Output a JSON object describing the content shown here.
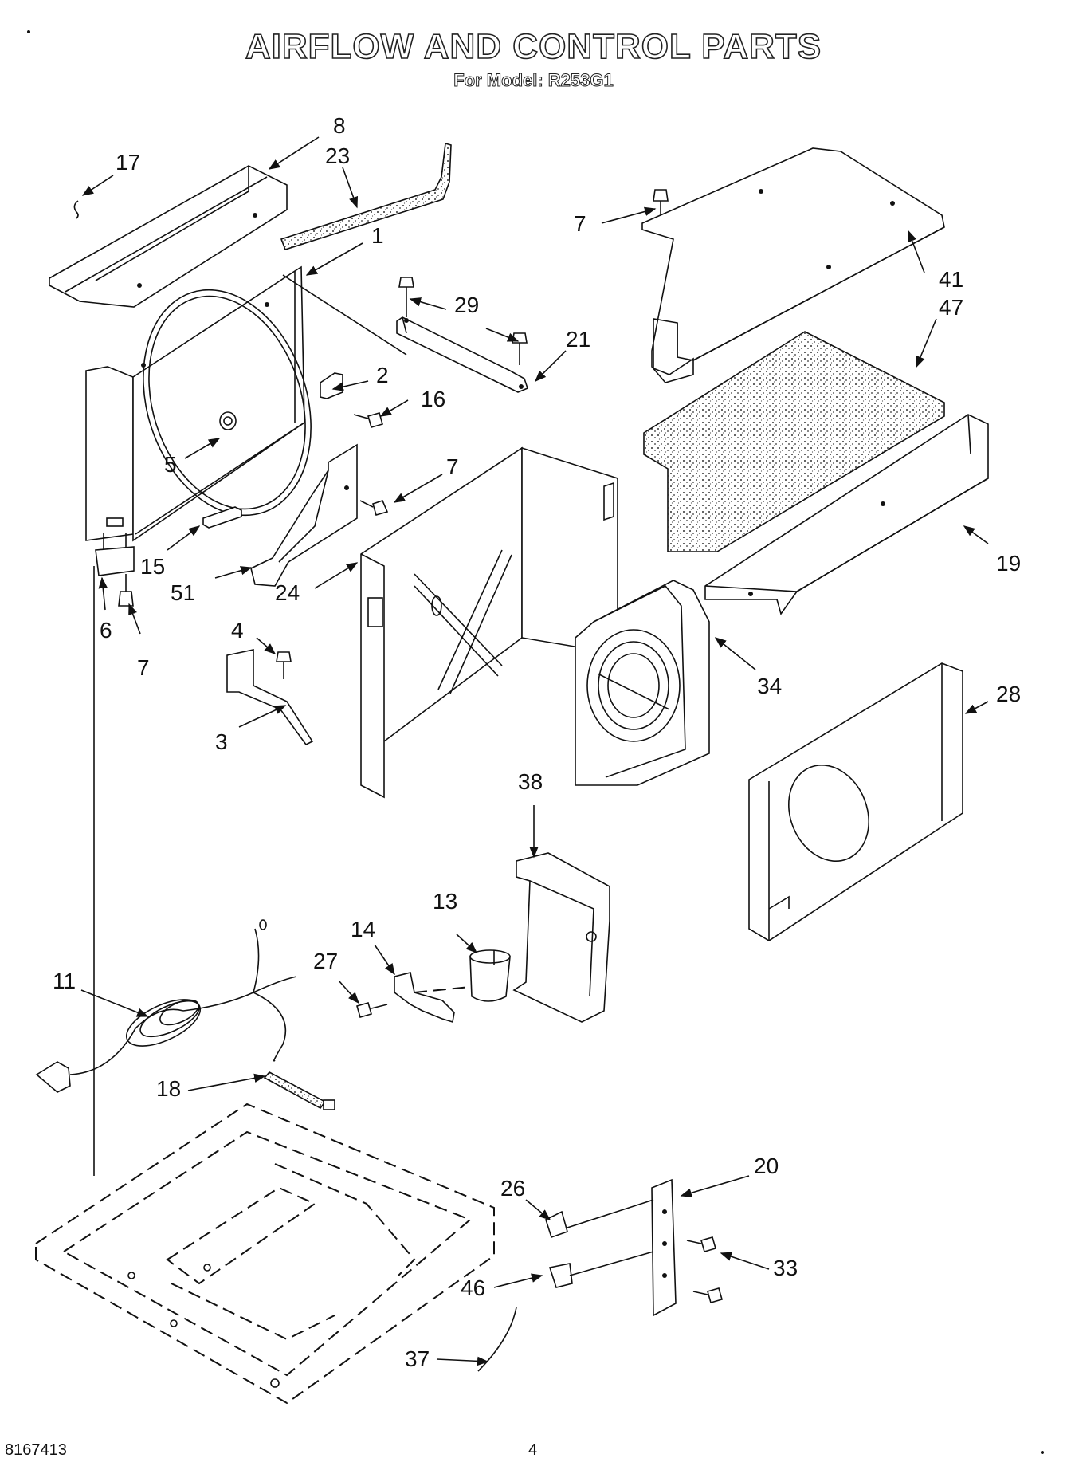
{
  "title": "AIRFLOW AND CONTROL PARTS",
  "subtitle": "For Model: R253G1",
  "footer": {
    "doc_number": "8167413",
    "page_number": "4"
  },
  "callouts": [
    {
      "id": "c8",
      "text": "8"
    },
    {
      "id": "c17",
      "text": "17"
    },
    {
      "id": "c23",
      "text": "23"
    },
    {
      "id": "c1",
      "text": "1"
    },
    {
      "id": "c29",
      "text": "29"
    },
    {
      "id": "c21",
      "text": "21"
    },
    {
      "id": "c7a",
      "text": "7"
    },
    {
      "id": "c41",
      "text": "41"
    },
    {
      "id": "c47",
      "text": "47"
    },
    {
      "id": "c2",
      "text": "2"
    },
    {
      "id": "c16",
      "text": "16"
    },
    {
      "id": "c5",
      "text": "5"
    },
    {
      "id": "c7b",
      "text": "7"
    },
    {
      "id": "c15",
      "text": "15"
    },
    {
      "id": "c51",
      "text": "51"
    },
    {
      "id": "c24",
      "text": "24"
    },
    {
      "id": "c19",
      "text": "19"
    },
    {
      "id": "c6",
      "text": "6"
    },
    {
      "id": "c7c",
      "text": "7"
    },
    {
      "id": "c4",
      "text": "4"
    },
    {
      "id": "c3",
      "text": "3"
    },
    {
      "id": "c34",
      "text": "34"
    },
    {
      "id": "c28",
      "text": "28"
    },
    {
      "id": "c38",
      "text": "38"
    },
    {
      "id": "c13",
      "text": "13"
    },
    {
      "id": "c14",
      "text": "14"
    },
    {
      "id": "c27",
      "text": "27"
    },
    {
      "id": "c11",
      "text": "11"
    },
    {
      "id": "c18",
      "text": "18"
    },
    {
      "id": "c20",
      "text": "20"
    },
    {
      "id": "c26",
      "text": "26"
    },
    {
      "id": "c33",
      "text": "33"
    },
    {
      "id": "c46",
      "text": "46"
    },
    {
      "id": "c37",
      "text": "37"
    }
  ]
}
